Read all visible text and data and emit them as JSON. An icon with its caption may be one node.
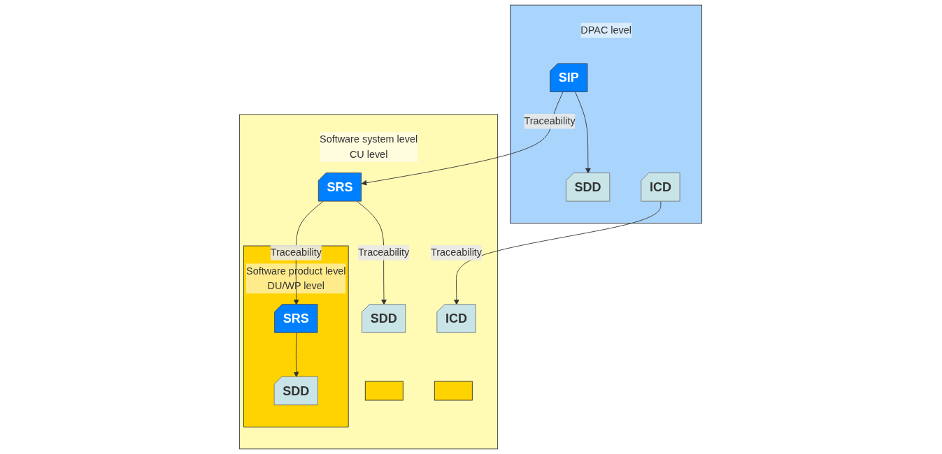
{
  "diagram": {
    "nodes": [
      {
        "text": [
          "DPAC level"
        ]
      },
      {
        "text": [
          "SDD"
        ],
        "in": 0
      },
      {
        "text": [
          "SIP"
        ],
        "in": 0
      },
      {
        "text": [
          "ICD"
        ],
        "in": 0
      },
      {
        "text": [
          "Software system level",
          "CU level"
        ]
      },
      {
        "text": [
          "SDD"
        ],
        "in": 4
      },
      {
        "text": [
          "SRS"
        ],
        "in": 4
      },
      {
        "text": [
          "ICD"
        ],
        "in": 4
      },
      {
        "text": [],
        "shape": "box",
        "in": 4
      },
      {
        "text": [],
        "shape": "box",
        "in": 4
      },
      {
        "text": [
          "Software product level",
          "DU/WP level"
        ],
        "in": 4
      },
      {
        "text": [
          "SDD"
        ],
        "in": 10
      },
      {
        "text": [
          "SRS"
        ],
        "in": 10
      }
    ],
    "edges": [
      {
        "from": 2,
        "to": 1,
        "arrow": "to"
      },
      {
        "from": 2,
        "to": 6,
        "arrow": "to",
        "label": "Traceability"
      },
      {
        "from": 3,
        "to": 7,
        "arrow": "to",
        "label": "Traceability"
      },
      {
        "from": 6,
        "to": 5,
        "arrow": "to",
        "label": "Traceability"
      },
      {
        "from": 6,
        "to": 12,
        "arrow": "to",
        "label": "Traceability"
      },
      {
        "from": 12,
        "to": 11,
        "arrow": "to"
      }
    ]
  }
}
